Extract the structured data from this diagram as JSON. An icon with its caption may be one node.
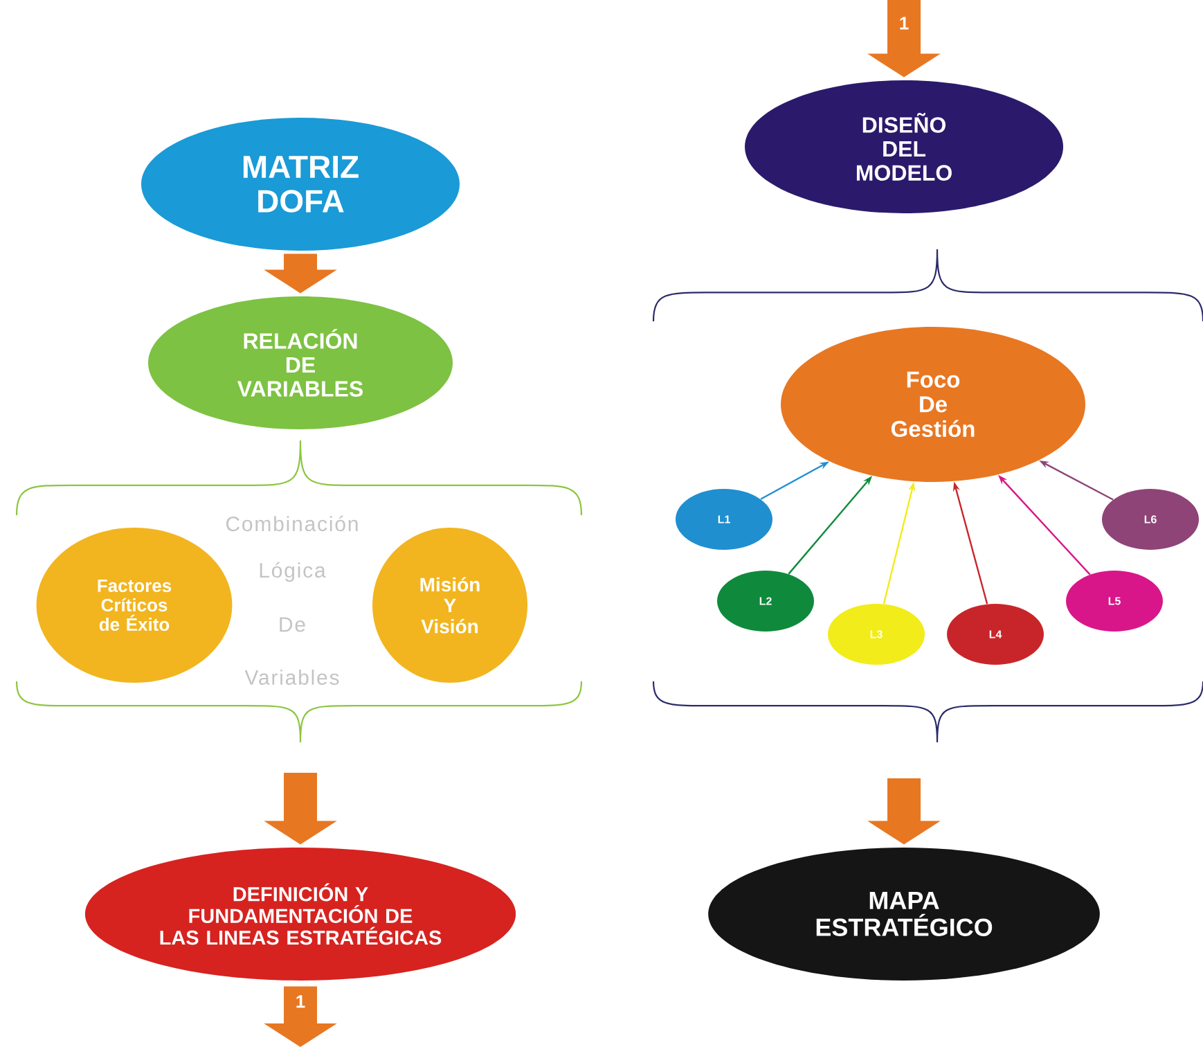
{
  "diagram": {
    "nodes": [
      {
        "text": [
          "MATRIZ DOFA"
        ]
      },
      {
        "text": [
          "RELACIÓN DE VARIABLES"
        ]
      },
      {
        "text": [
          "Factores Críticos de Éxito"
        ]
      },
      {
        "text": [
          "Misión Y Visión"
        ]
      },
      {
        "text": [
          "DEFINICIÓN  Y FUNDAMENTACIÓN DE LAS LINEAS ESTRATÉGICAS"
        ]
      },
      {
        "text": [
          "DISEÑO DEL MODELO"
        ]
      },
      {
        "text": [
          "Foco De Gestión"
        ]
      },
      {
        "text": [
          "L1"
        ]
      },
      {
        "text": [
          "L2"
        ]
      },
      {
        "text": [
          "L3"
        ]
      },
      {
        "text": [
          "L4"
        ]
      },
      {
        "text": [
          "L5"
        ]
      },
      {
        "text": [
          "L6"
        ]
      },
      {
        "text": [
          "MAPA ESTRATÉGICO"
        ]
      }
    ],
    "edges": [
      {
        "from": 0,
        "to": 1,
        "arrow": "to",
        "style": "thick"
      },
      {
        "from": null,
        "to": 4,
        "arrow": "to",
        "style": "thick"
      },
      {
        "from": 4,
        "to": null,
        "arrow": "to",
        "style": "thick",
        "label": "1"
      },
      {
        "from": null,
        "to": 5,
        "arrow": "to",
        "style": "thick",
        "label": "1"
      },
      {
        "from": 7,
        "to": 6,
        "arrow": "to",
        "color": "#1f8fd0"
      },
      {
        "from": 8,
        "to": 6,
        "arrow": "to",
        "color": "#0f8a3c"
      },
      {
        "from": 9,
        "to": 6,
        "arrow": "to",
        "color": "#f2ec1a"
      },
      {
        "from": 10,
        "to": 6,
        "arrow": "to",
        "color": "#c8252a"
      },
      {
        "from": 11,
        "to": 6,
        "arrow": "to",
        "color": "#d8168a"
      },
      {
        "from": 12,
        "to": 6,
        "arrow": "to",
        "color": "#8e4477"
      },
      {
        "from": null,
        "to": 13,
        "arrow": "to",
        "style": "thick"
      }
    ],
    "labels": [
      "Combinación",
      "Lógica",
      "De",
      "Variables"
    ]
  }
}
